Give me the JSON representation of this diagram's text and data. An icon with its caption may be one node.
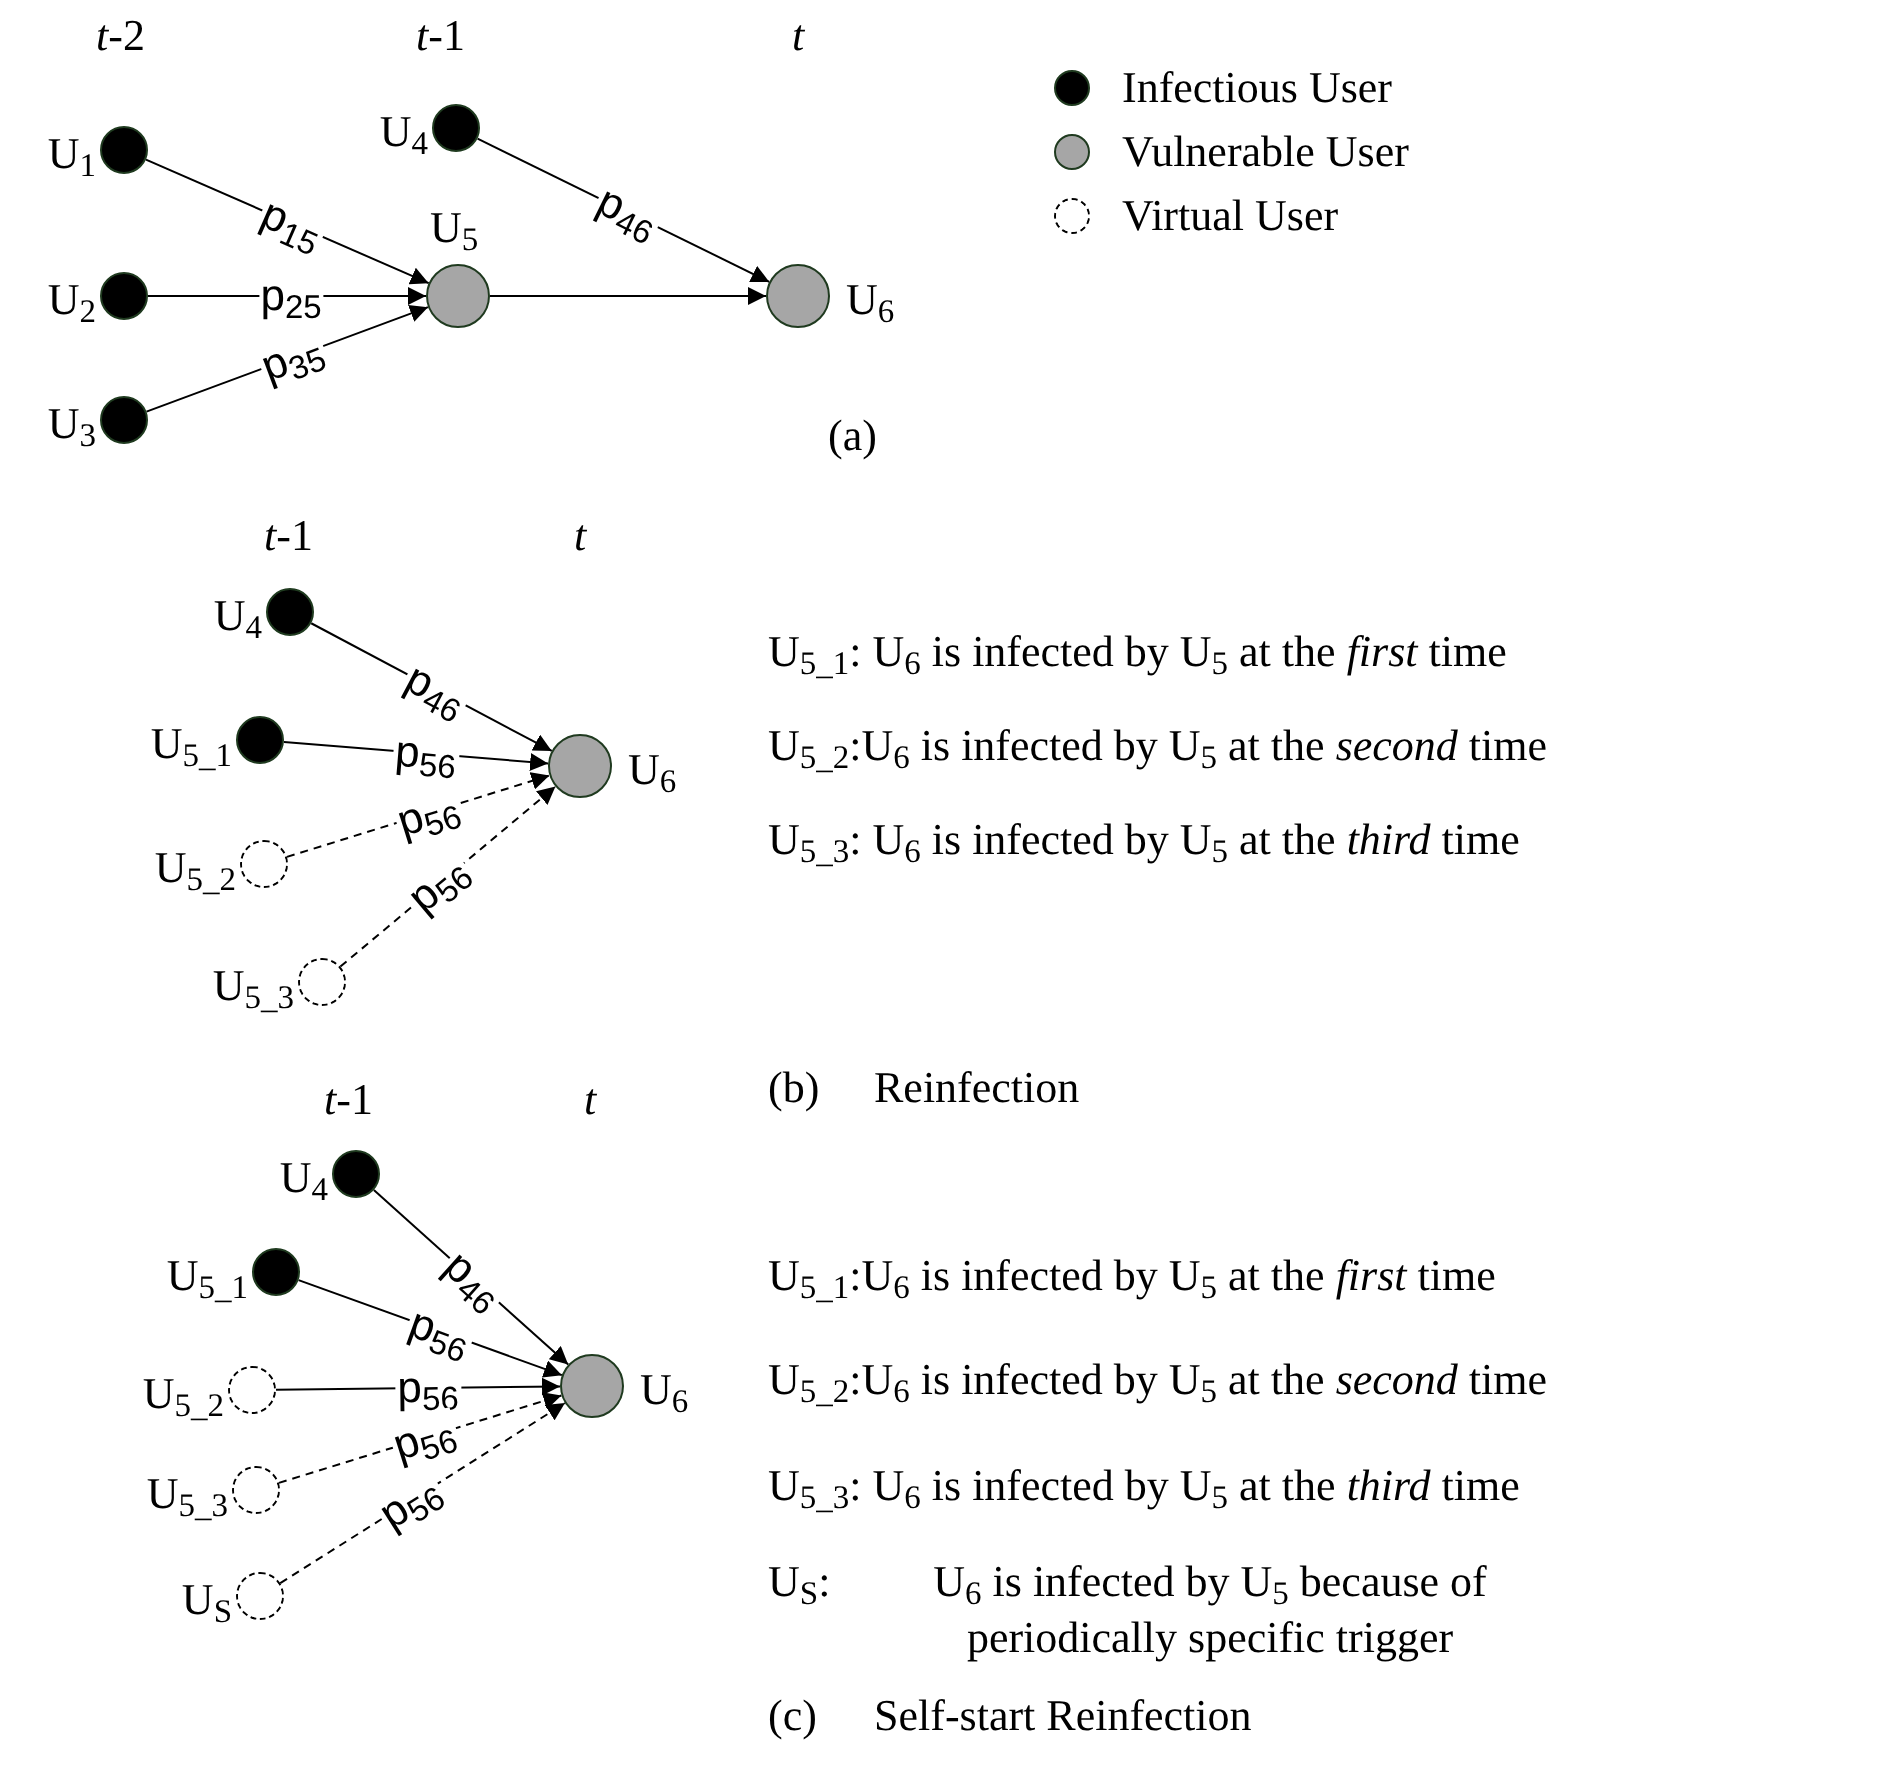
{
  "diagram": {
    "nodes": [
      {
        "text": [
          "U$_{1}$"
        ]
      },
      {
        "text": [
          "U$_{2}$"
        ]
      },
      {
        "text": [
          "U$_{3}$"
        ]
      },
      {
        "text": [
          "U$_{4}$"
        ]
      },
      {
        "text": [
          "U$_{5}$"
        ]
      },
      {
        "text": [
          "U$_{6}$"
        ]
      },
      {
        "text": [
          "U$_{4}$"
        ]
      },
      {
        "text": [
          "U$_{5_1}$"
        ]
      },
      {
        "text": [
          "U$_{5_2}$"
        ]
      },
      {
        "text": [
          "U$_{5_3}$"
        ]
      },
      {
        "text": [
          "U$_{6}$"
        ]
      },
      {
        "text": [
          "U$_{4}$"
        ]
      },
      {
        "text": [
          "U$_{5_1}$"
        ]
      },
      {
        "text": [
          "U$_{5_2}$"
        ]
      },
      {
        "text": [
          "U$_{5_3}$"
        ]
      },
      {
        "text": [
          "U$_{S}$"
        ]
      },
      {
        "text": [
          "U$_{6}$"
        ]
      }
    ],
    "edges": [
      {
        "from": 0,
        "to": 4,
        "arrow": "to",
        "label": "p$_{15}$"
      },
      {
        "from": 1,
        "to": 4,
        "arrow": "to",
        "label": "p$_{25}$"
      },
      {
        "from": 2,
        "to": 4,
        "arrow": "to",
        "label": "p$_{35}$"
      },
      {
        "from": 3,
        "to": 5,
        "arrow": "to",
        "label": "p$_{46}$"
      },
      {
        "from": 4,
        "to": 5,
        "arrow": "to"
      },
      {
        "from": 6,
        "to": 10,
        "arrow": "to",
        "label": "p$_{46}$"
      },
      {
        "from": 7,
        "to": 10,
        "arrow": "to",
        "label": "p$_{56}$"
      },
      {
        "from": 8,
        "to": 10,
        "arrow": "to",
        "label": "p$_{56}$",
        "style": "dashed"
      },
      {
        "from": 9,
        "to": 10,
        "arrow": "to",
        "label": "p$_{56}$",
        "style": "dashed"
      },
      {
        "from": 11,
        "to": 16,
        "arrow": "to",
        "label": "p$_{46}$"
      },
      {
        "from": 12,
        "to": 16,
        "arrow": "to",
        "label": "p$_{56}$"
      },
      {
        "from": 13,
        "to": 16,
        "arrow": "to",
        "label": "p$_{56}$"
      },
      {
        "from": 14,
        "to": 16,
        "arrow": "to",
        "label": "p$_{56}$",
        "style": "dashed"
      },
      {
        "from": 15,
        "to": 16,
        "arrow": "to",
        "label": "p$_{56}$",
        "style": "dashed"
      }
    ],
    "labels": [
      "*t*-2",
      "*t*-1",
      "*t*",
      "(a)",
      "*t*-1",
      "*t*",
      "U$_{5_1}$: U$_{6}$ is infected by U$_{5}$ at the *first* time",
      "U$_{5_2}$:U$_{6}$ is infected by U$_{5}$ at the *second* time",
      "U$_{5_3}$: U$_{6}$ is infected by U$_{5}$ at the *third* time",
      "(b)",
      "Reinfection",
      "*t*-1",
      "*t*",
      "U$_{5_1}$:U$_{6}$ is infected by U$_{5}$ at the *first* time",
      "U$_{5_2}$:U$_{6}$ is infected by U$_{5}$ at the *second* time",
      "U$_{5_3}$: U$_{6}$ is infected by U$_{5}$ at the *third* time",
      "U$_{S}$:",
      "U$_{6}$ is infected by U$_{5}$ because of periodically specific trigger",
      "(c)",
      "Self-start Reinfection"
    ],
    "legend": [
      {
        "text": "Infectious User",
        "color": "#000000"
      },
      {
        "text": "Vulnerable User",
        "color": "#a6a6a6"
      },
      {
        "text": "Virtual User"
      }
    ]
  }
}
